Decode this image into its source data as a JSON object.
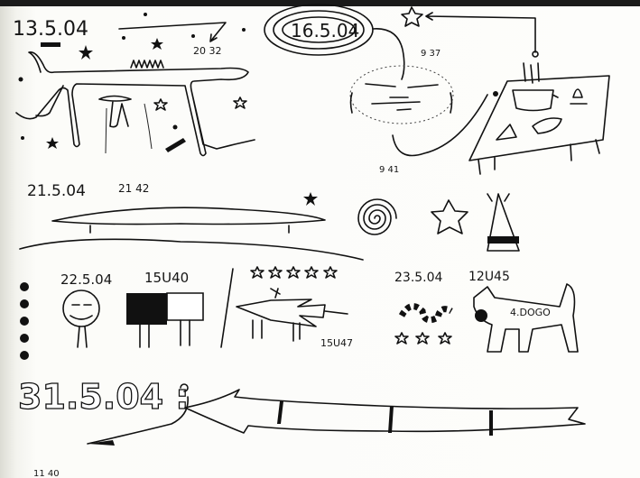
{
  "entries": {
    "e1": {
      "date": "13.5.04",
      "time": "20 32"
    },
    "e2": {
      "date": "16.5.04",
      "time_a": "9 37",
      "time_b": "9 41"
    },
    "e3": {
      "date": "21.5.04",
      "time": "21 42"
    },
    "e4": {
      "date": "22.5.04",
      "time_a": "15U40",
      "time_b": "15U47"
    },
    "e5": {
      "date": "23.5.04",
      "time": "12U45",
      "dog_label": "4.DOGO"
    },
    "e6": {
      "date": "31.5.04 :",
      "time": "11 40"
    }
  },
  "colors": {
    "ink": "#111111",
    "paper": "#fcfcf9",
    "top_band": "#1a1a1a"
  }
}
